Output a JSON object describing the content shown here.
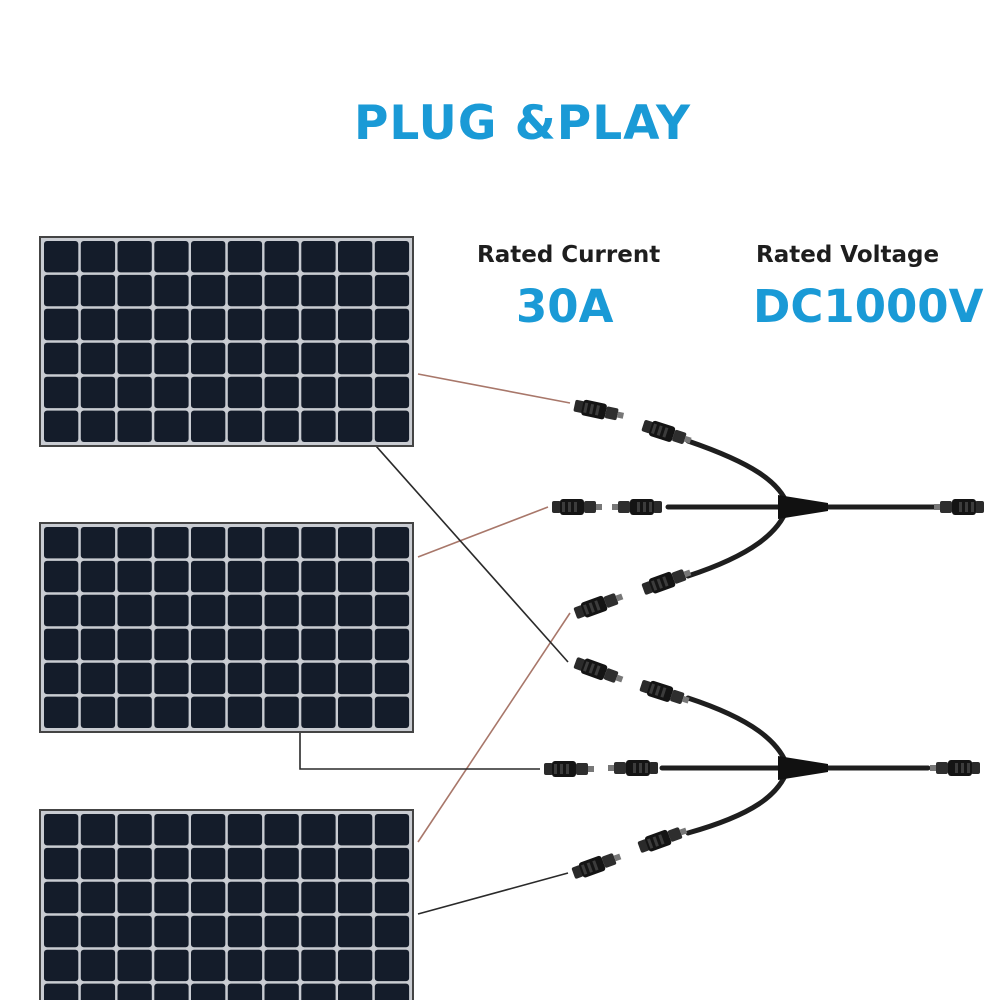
{
  "title": "PLUG &PLAY",
  "specs": {
    "current_label": "Rated Current",
    "current_value": "30A",
    "voltage_label": "Rated Voltage",
    "voltage_value": "DC1000V"
  },
  "colors": {
    "accent": "#1a9ad6",
    "panel_cell": "#141c2a",
    "panel_grid": "#c9ccd2",
    "cable_negative": "#222222",
    "cable_positive": "#a8776a"
  },
  "panels": [
    {
      "name": "solar-panel-1",
      "rows": 6,
      "cols": 10
    },
    {
      "name": "solar-panel-2",
      "rows": 6,
      "cols": 10
    },
    {
      "name": "solar-panel-3",
      "rows": 6,
      "cols": 10
    }
  ],
  "branch_connectors": [
    {
      "name": "y-branch-connector-top"
    },
    {
      "name": "y-branch-connector-bottom"
    }
  ]
}
